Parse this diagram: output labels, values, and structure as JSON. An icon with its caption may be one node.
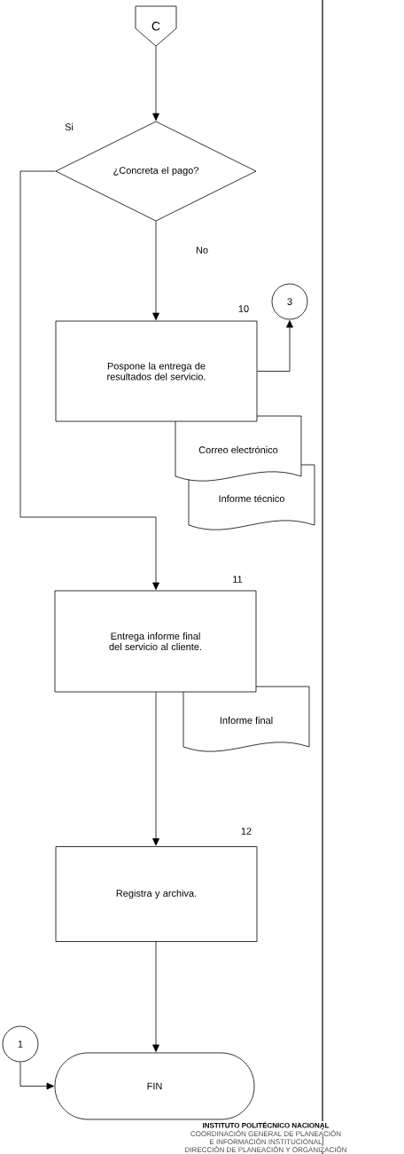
{
  "diagram": {
    "nodes": [
      {
        "text": [
          "C"
        ]
      },
      {
        "text": [
          "¿Concreta el pago?"
        ]
      },
      {
        "text": [
          "Pospone la entrega de resultados del servicio."
        ],
        "beside": [
          "10"
        ]
      },
      {
        "text": [
          "3"
        ]
      },
      {
        "text": [
          "Correo electrónico"
        ]
      },
      {
        "text": [
          "Informe técnico"
        ]
      },
      {
        "text": [
          "Entrega informe final del servicio al cliente."
        ],
        "beside": [
          "11"
        ]
      },
      {
        "text": [
          "Informe final"
        ]
      },
      {
        "text": [
          "Registra y archiva."
        ],
        "beside": [
          "12"
        ]
      },
      {
        "text": [
          "1"
        ]
      },
      {
        "text": [
          "FIN"
        ]
      }
    ],
    "edges": [
      {
        "from": 0,
        "to": 1,
        "arrow": "to"
      },
      {
        "from": 1,
        "to": 2,
        "arrow": "to",
        "label": "No"
      },
      {
        "from": 1,
        "to": 6,
        "arrow": "to",
        "label": "Si"
      },
      {
        "from": 2,
        "to": 3,
        "arrow": "to"
      },
      {
        "from": 6,
        "to": 8,
        "arrow": "to"
      },
      {
        "from": 8,
        "to": 10,
        "arrow": "to"
      },
      {
        "from": 9,
        "to": 10,
        "arrow": "to"
      }
    ],
    "labels": [
      "INSTITUTO POLITÉCNICO NACIONAL",
      "COORDINACIÓN GENERAL DE PLANEACIÓN",
      "E INFORMACIÓN INSTITUCIONAL",
      "DIRECCIÓN DE PLANEACIÓN Y ORGANIZACIÓN"
    ]
  }
}
